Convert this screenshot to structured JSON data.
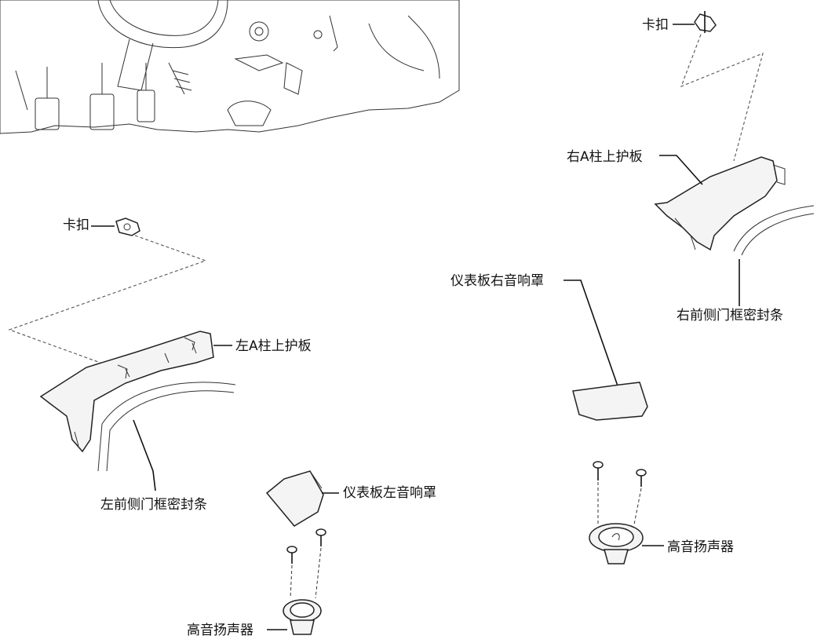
{
  "labels": {
    "clip_top_right": "卡扣",
    "right_a_pillar_upper_trim": "右A柱上护板",
    "right_front_door_frame_seal": "右前侧门框密封条",
    "instrument_panel_right_speaker_cover": "仪表板右音响罩",
    "tweeter_right": "高音扬声器",
    "clip_left": "卡扣",
    "left_a_pillar_upper_trim": "左A柱上护板",
    "left_front_door_frame_seal": "左前侧门框密封条",
    "instrument_panel_left_speaker_cover": "仪表板左音响罩",
    "tweeter_left": "高音扬声器"
  }
}
